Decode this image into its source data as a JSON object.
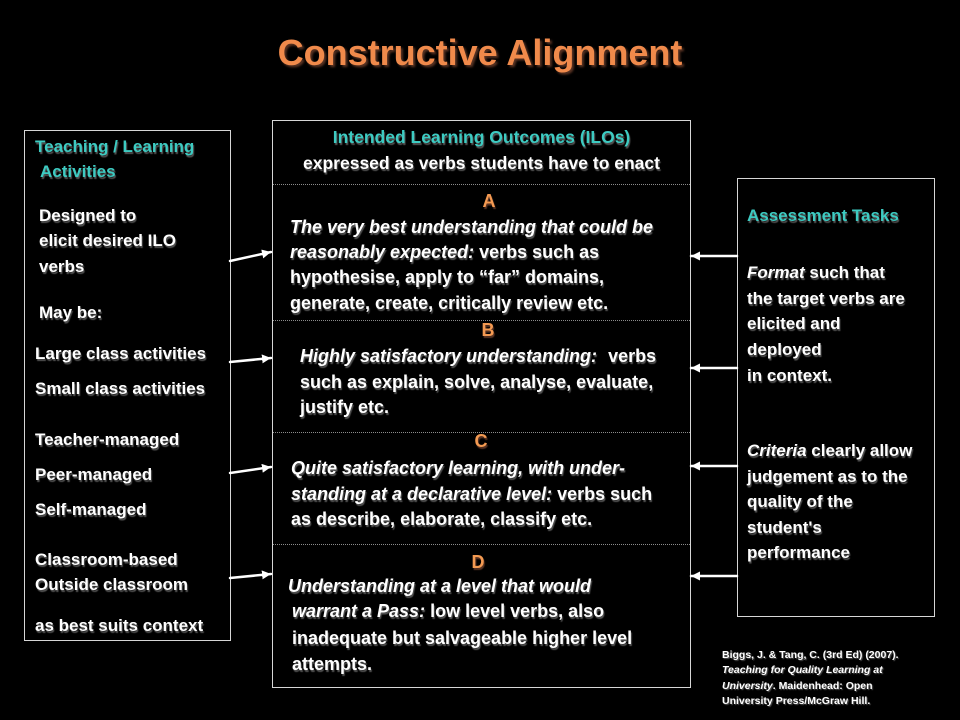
{
  "title": "Constructive Alignment",
  "colors": {
    "background": "#000000",
    "title": "#f08a4b",
    "accent": "#3dcbc2",
    "level_letter": "#f49a52",
    "text": "#ffffff"
  },
  "left_panel": {
    "heading": [
      "Teaching / Learning",
      "Activities"
    ],
    "designed": [
      "Designed to",
      "elicit desired ILO",
      "verbs"
    ],
    "may_be": "May be:",
    "items": [
      "Large class activities",
      "Small class activities",
      "Teacher-managed",
      "Peer-managed",
      "Self-managed",
      "Classroom-based",
      "Outside classroom",
      "as best suits context"
    ]
  },
  "center_panel": {
    "heading": "Intended Learning Outcomes (ILOs)",
    "subheading": "expressed as verbs students have to enact",
    "levels": [
      {
        "letter": "A",
        "line1": "The very best understanding that could be",
        "line2_italic": "reasonably expected:",
        "line2_rest": "verbs such as",
        "line3": "hypothesise, apply to “far” domains,",
        "line4": "generate, create, critically review etc."
      },
      {
        "letter": "B",
        "line1_italic": "Highly satisfactory understanding:",
        "line1_rest": "verbs",
        "line2": "such as explain, solve, analyse, evaluate,",
        "line3": "justify etc."
      },
      {
        "letter": "C",
        "line1": "Quite satisfactory learning, with under-",
        "line2_italic": "standing at a declarative level:",
        "line2_rest": "verbs such",
        "line3": "as describe, elaborate, classify etc."
      },
      {
        "letter": "D",
        "line1": "Understanding at a level that would",
        "line2_italic": "warrant a Pass:",
        "line2_rest": "low level verbs, also",
        "line3": "inadequate but salvageable higher level",
        "line4": "attempts."
      }
    ]
  },
  "right_panel": {
    "heading": "Assessment Tasks",
    "format_term": "Format",
    "format_rest": "such that",
    "format_lines": [
      "the target verbs are",
      "elicited and",
      "deployed",
      "in context."
    ],
    "criteria_term": "Criteria",
    "criteria_rest": "clearly allow",
    "criteria_lines": [
      "judgement as to the",
      "quality of the",
      "student's",
      "performance"
    ]
  },
  "citation": {
    "line1": "Biggs, J. & Tang, C. (3rd Ed) (2007).",
    "line2": "Teaching for Quality Learning at",
    "line3_italic": "University",
    "line3_rest": ". Maidenhead: Open",
    "line4": "University Press/McGraw Hill."
  }
}
